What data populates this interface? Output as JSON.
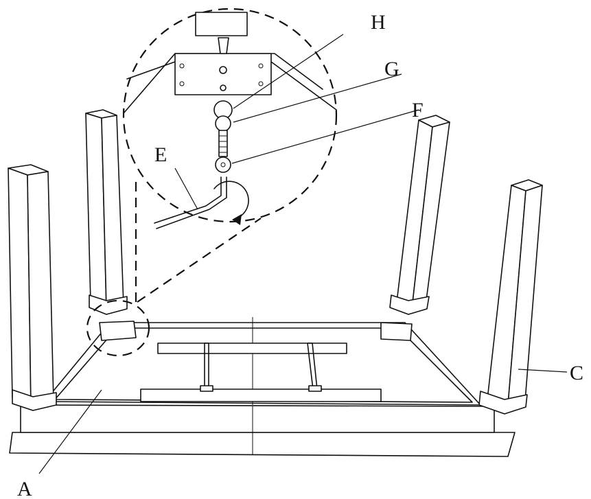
{
  "labels": {
    "A": "A",
    "C": "C",
    "E": "E",
    "F": "F",
    "G": "G",
    "H": "H"
  }
}
